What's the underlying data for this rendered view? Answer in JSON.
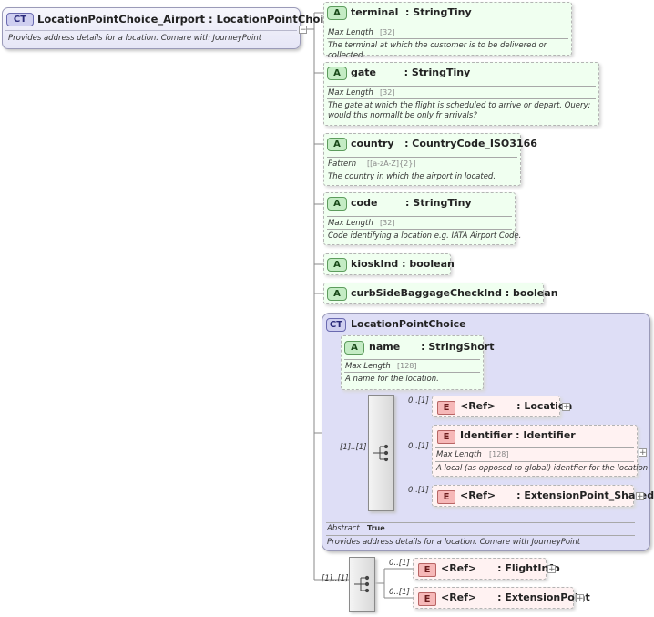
{
  "root": {
    "badge": "CT",
    "title": "LocationPointChoice_Airport : LocationPointChoice",
    "description": "Provides address details for a location. Comare with JourneyPoint"
  },
  "attributes": [
    {
      "badge": "A",
      "title": "terminal  : StringTiny",
      "facet_label": "Max Length",
      "facet_value": "[32]",
      "description": "The terminal at which the customer is to be delivered or collected."
    },
    {
      "badge": "A",
      "title": "gate        : StringTiny",
      "facet_label": "Max Length",
      "facet_value": "[32]",
      "description": "The gate at which the flight is scheduled to arrive or depart. Query: would this normallt be only fr arrivals?"
    },
    {
      "badge": "A",
      "title": "country   : CountryCode_ISO3166",
      "facet_label": "Pattern",
      "facet_value": "[[a-zA-Z]{2}]",
      "description": "The country in which the airport in located."
    },
    {
      "badge": "A",
      "title": "code        : StringTiny",
      "facet_label": "Max Length",
      "facet_value": "[32]",
      "description": "Code identifying a location e.g. IATA Airport Code."
    },
    {
      "badge": "A",
      "title": "kioskInd : boolean"
    },
    {
      "badge": "A",
      "title": "curbSideBaggageCheckInd : boolean"
    }
  ],
  "base_type": {
    "badge": "CT",
    "title": "LocationPointChoice",
    "name_attr": {
      "badge": "A",
      "title": "name      : StringShort",
      "facet_label": "Max Length",
      "facet_value": "[128]",
      "description": "A name for the location."
    },
    "choice_occurrence": "[1]..[1]",
    "elements": [
      {
        "badge": "E",
        "occurrence": "0..[1]",
        "title": "<Ref>      : Location"
      },
      {
        "badge": "E",
        "occurrence": "0..[1]",
        "title": "Identifier : Identifier",
        "facet_label": "Max Length",
        "facet_value": "[128]",
        "description": "A local (as opposed to global) identfier for the location"
      },
      {
        "badge": "E",
        "occurrence": "0..[1]",
        "title": "<Ref>      : ExtensionPoint_Shared"
      }
    ],
    "abstract_label": "Abstract",
    "abstract_value": "True",
    "description": "Provides address details for a location. Comare with JourneyPoint"
  },
  "sequence": {
    "occurrence": "[1]..[1]",
    "elements": [
      {
        "badge": "E",
        "occurrence": "0..[1]",
        "title": "<Ref>      : FlightInfo"
      },
      {
        "badge": "E",
        "occurrence": "0..[1]",
        "title": "<Ref>      : ExtensionPoint"
      }
    ]
  },
  "colors": {
    "attribute_bg": "#f0fff0",
    "element_bg": "#fff2f2",
    "complex_type_bg": "#dedef6"
  }
}
